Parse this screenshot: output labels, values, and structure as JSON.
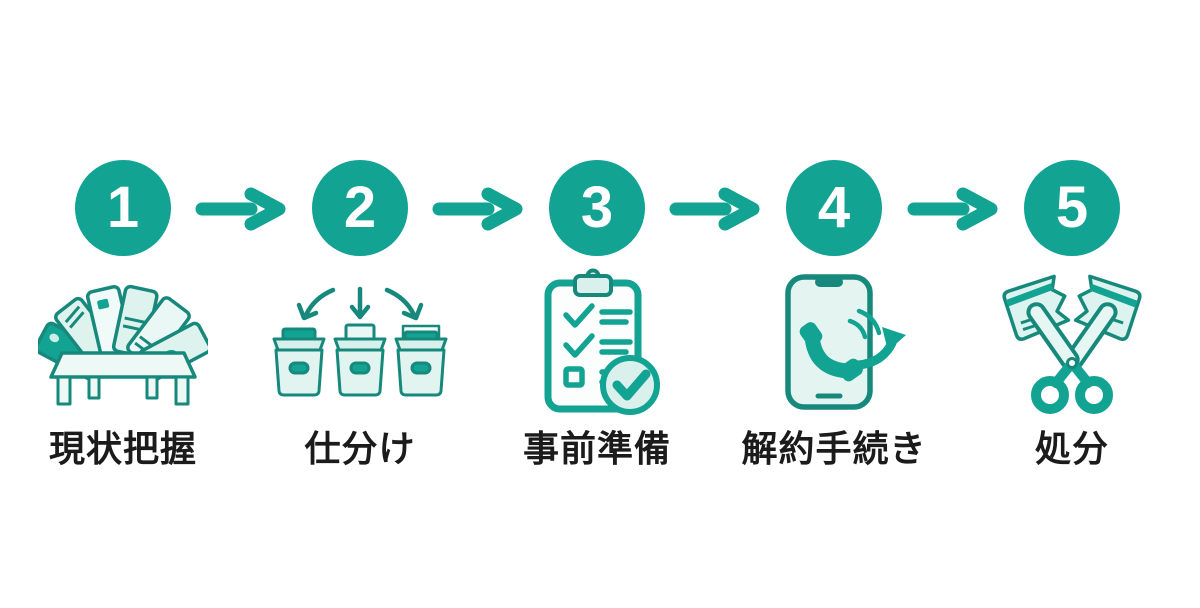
{
  "diagram": {
    "background": "#ffffff",
    "colors": {
      "primary_teal": "#12a392",
      "outline_teal": "#17897c",
      "mint": "#d7f0eb",
      "label_text": "#1b1b1b"
    },
    "steps": [
      {
        "number": "1",
        "label": "現状把握",
        "icon": "cards-fanned-on-table-icon"
      },
      {
        "number": "2",
        "label": "仕分け",
        "icon": "sorting-boxes-arrows-icon"
      },
      {
        "number": "3",
        "label": "事前準備",
        "icon": "checklist-clipboard-check-icon"
      },
      {
        "number": "4",
        "label": "解約手続き",
        "icon": "smartphone-call-forward-icon"
      },
      {
        "number": "5",
        "label": "処分",
        "icon": "scissors-cutting-card-icon"
      }
    ],
    "connector": {
      "icon": "arrow-right-icon",
      "count": 4
    }
  }
}
